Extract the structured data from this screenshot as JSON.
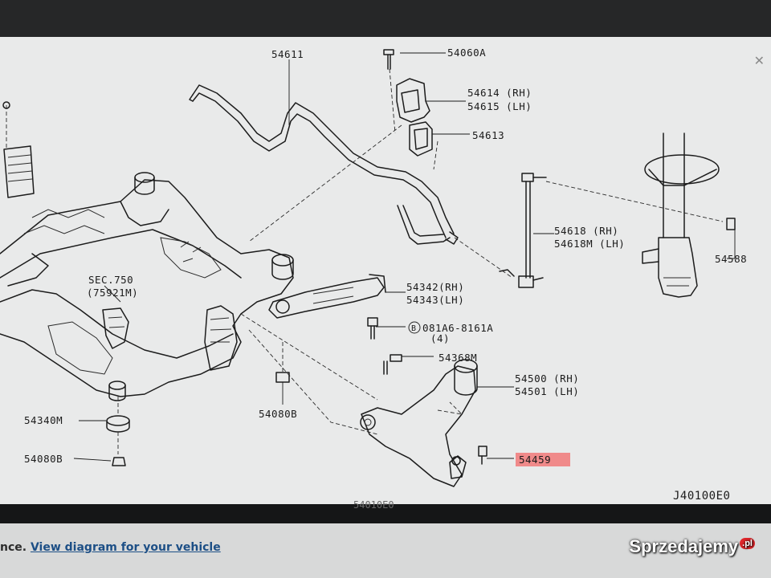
{
  "diagram": {
    "code": "J40100E0",
    "close_symbol": "✕",
    "labels": {
      "p54611": "54611",
      "p54060A": "54060A",
      "p54614": "54614 (RH)",
      "p54615": "54615 (LH)",
      "p54613": "54613",
      "p54618": "54618 (RH)",
      "p54618M": "54618M (LH)",
      "p54588": "54588",
      "sec_a": "SEC.750",
      "sec_b": "(75921M)",
      "p54342": "54342(RH)",
      "p54343": "54343(LH)",
      "bolt_a": "081A6-8161A",
      "bolt_b": "(4)",
      "bolt_marker": "B",
      "p54368M": "54368M",
      "p54500": "54500 (RH)",
      "p54501": "54501 (LH)",
      "p54340M": "54340M",
      "p54080B_left": "54080B",
      "p54080B_mid": "54080B",
      "p54459": "54459",
      "cut_off": "54010E0"
    },
    "highlight_color": "#f08a8a"
  },
  "footer": {
    "lead_text": "nce.",
    "link_text": "View diagram for your vehicle"
  },
  "watermark": {
    "text": "Sprzedajemy",
    "suffix": ".pl"
  }
}
